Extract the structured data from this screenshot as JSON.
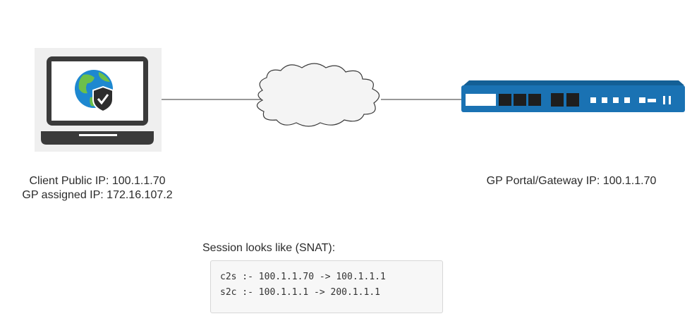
{
  "client": {
    "public_ip_label": "Client Public IP: 100.1.1.70",
    "assigned_ip_label": "GP assigned IP: 172.16.107.2",
    "icon": "laptop-with-globe-shield-icon"
  },
  "network": {
    "icon": "cloud-icon"
  },
  "firewall": {
    "label": "GP Portal/Gateway IP: 100.1.1.70",
    "icon": "firewall-appliance-icon",
    "color": "#1a72b3"
  },
  "session": {
    "title": "Session looks like (SNAT):",
    "lines": [
      "c2s :- 100.1.1.70 -> 100.1.1.1",
      "s2c :- 100.1.1.1 -> 200.1.1.1"
    ]
  }
}
